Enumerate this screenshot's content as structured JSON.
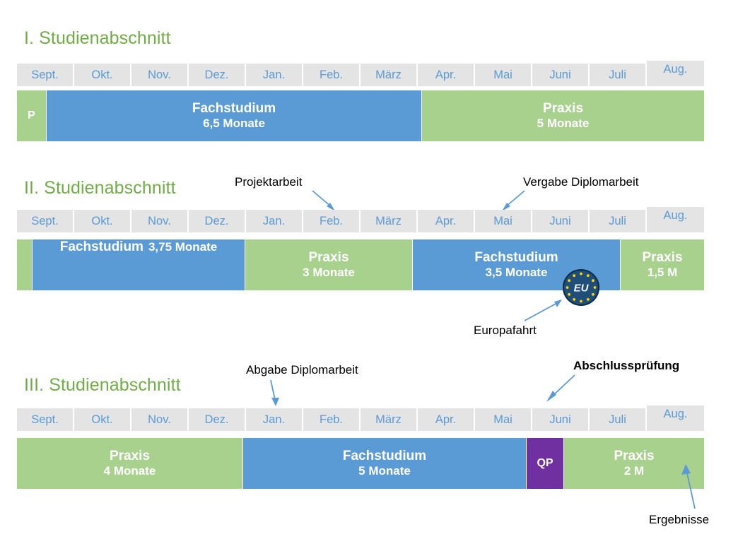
{
  "doc": {
    "title": "Studienverlauf Studienabschnitte",
    "colors": {
      "heading_green": "#70AD47",
      "month_bg": "#E4E4E4",
      "month_text": "#5B9BD5",
      "blue": "#5B9BD5",
      "green": "#A9D18E",
      "purple": "#7030A0",
      "arrow": "#5B9BD5",
      "badge_blue": "#17375E",
      "badge_star": "#FFD500"
    }
  },
  "months": [
    "Sept.",
    "Okt.",
    "Nov.",
    "Dez.",
    "Jan.",
    "Feb.",
    "März",
    "Apr.",
    "Mai",
    "Juni",
    "Juli",
    "Aug."
  ],
  "sections": [
    {
      "id": "section-1",
      "heading": "I. Studienabschnitt",
      "months": [
        "Sept.",
        "Okt.",
        "Nov.",
        "Dez.",
        "Jan.",
        "Feb.",
        "März",
        "Apr.",
        "Mai",
        "Juni",
        "Juli",
        "Aug."
      ],
      "bars": [
        {
          "name": "praxis-p",
          "line1": "P",
          "line2": "",
          "color": "green",
          "style": "mini"
        },
        {
          "name": "fachstudium",
          "line1": "Fachstudium",
          "line2": "6,5 Monate",
          "color": "blue",
          "style": "stacked"
        },
        {
          "name": "praxis",
          "line1": "Praxis",
          "line2": "5 Monate",
          "color": "green",
          "style": "stacked"
        }
      ],
      "annotations": []
    },
    {
      "id": "section-2",
      "heading": "II. Studienabschnitt",
      "months": [
        "Sept.",
        "Okt.",
        "Nov.",
        "Dez.",
        "Jan.",
        "Feb.",
        "März",
        "Apr.",
        "Mai",
        "Juni",
        "Juli",
        "Aug."
      ],
      "bars": [
        {
          "name": "praxis-rest",
          "line1": "",
          "line2": "",
          "color": "green",
          "style": "stacked"
        },
        {
          "name": "fachstudium-1",
          "line1": "Fachstudium",
          "line2": "3,75 Monate",
          "color": "blue",
          "style": "inline"
        },
        {
          "name": "praxis-1",
          "line1": "Praxis",
          "line2": "3 Monate",
          "color": "green",
          "style": "stacked"
        },
        {
          "name": "fachstudium-2",
          "line1": "Fachstudium",
          "line2": "3,5 Monate",
          "color": "blue",
          "style": "stacked"
        },
        {
          "name": "praxis-2",
          "line1": "Praxis",
          "line2": "1,5 M",
          "color": "green",
          "style": "stacked"
        }
      ],
      "annotations": [
        {
          "name": "annotation-projektarbeit",
          "label": "Projektarbeit",
          "bold": false
        },
        {
          "name": "annotation-vergabe-diplomarbeit",
          "label": "Vergabe Diplomarbeit",
          "bold": false
        },
        {
          "name": "annotation-europafahrt",
          "label": "Europafahrt",
          "bold": false
        }
      ],
      "badge": {
        "name": "eu-badge",
        "label": "EU"
      }
    },
    {
      "id": "section-3",
      "heading": "III. Studienabschnitt",
      "months": [
        "Sept.",
        "Okt.",
        "Nov.",
        "Dez.",
        "Jan.",
        "Feb.",
        "März",
        "Apr.",
        "Mai",
        "Juni",
        "Juli",
        "Aug."
      ],
      "bars": [
        {
          "name": "praxis-1",
          "line1": "Praxis",
          "line2": "4 Monate",
          "color": "green",
          "style": "stacked"
        },
        {
          "name": "fachstudium",
          "line1": "Fachstudium",
          "line2": "5 Monate",
          "color": "blue",
          "style": "stacked"
        },
        {
          "name": "qp",
          "line1": "QP",
          "line2": "",
          "color": "purple",
          "style": "mini"
        },
        {
          "name": "praxis-2",
          "line1": "Praxis",
          "line2": "2 M",
          "color": "green",
          "style": "stacked"
        }
      ],
      "annotations": [
        {
          "name": "annotation-abgabe-diplomarbeit",
          "label": "Abgabe Diplomarbeit",
          "bold": false
        },
        {
          "name": "annotation-abschlusspruefung",
          "label": "Abschlussprüfung",
          "bold": true
        },
        {
          "name": "annotation-ergebnisse",
          "label": "Ergebnisse",
          "bold": false
        }
      ]
    }
  ],
  "timeline_data": {
    "type": "table",
    "title": "Studienverlauf - drei Studienabschnitte",
    "month_columns": [
      "Sept.",
      "Okt.",
      "Nov.",
      "Dez.",
      "Jan.",
      "Feb.",
      "März",
      "Apr.",
      "Mai",
      "Juni",
      "Juli",
      "Aug."
    ],
    "sections": [
      {
        "label": "I. Studienabschnitt",
        "phases": [
          {
            "type": "Praxis",
            "short": "P",
            "months": 0.5
          },
          {
            "type": "Fachstudium",
            "months": 6.5
          },
          {
            "type": "Praxis",
            "months": 5
          }
        ]
      },
      {
        "label": "II. Studienabschnitt",
        "phases": [
          {
            "type": "Praxis",
            "months": 0.25
          },
          {
            "type": "Fachstudium",
            "months": 3.75
          },
          {
            "type": "Praxis",
            "months": 3
          },
          {
            "type": "Fachstudium",
            "months": 3.5
          },
          {
            "type": "Praxis",
            "months": 1.5
          }
        ],
        "milestones": [
          {
            "label": "Projektarbeit",
            "at_month": "Feb."
          },
          {
            "label": "Vergabe Diplomarbeit",
            "at_month": "Mai"
          },
          {
            "label": "Europafahrt",
            "at_month": "Juli"
          }
        ]
      },
      {
        "label": "III. Studienabschnitt",
        "phases": [
          {
            "type": "Praxis",
            "months": 4
          },
          {
            "type": "Fachstudium",
            "months": 5
          },
          {
            "type": "QP",
            "months": 0.75
          },
          {
            "type": "Praxis",
            "months": 2
          }
        ],
        "milestones": [
          {
            "label": "Abgabe Diplomarbeit",
            "at_month": "Jan."
          },
          {
            "label": "Abschlussprüfung",
            "at_month": "Juni"
          },
          {
            "label": "Ergebnisse",
            "at_month": "Aug."
          }
        ]
      }
    ]
  }
}
